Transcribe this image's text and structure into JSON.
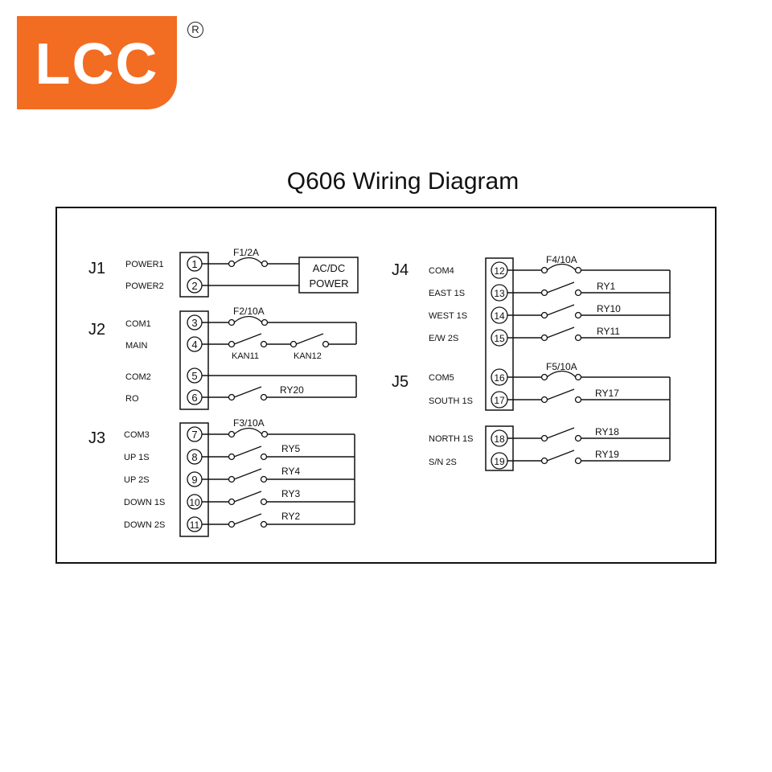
{
  "logo": {
    "text": "LCC",
    "reg_mark": "R",
    "color": "#f26c22"
  },
  "title": "Q606 Wiring Diagram",
  "j1": {
    "name": "J1",
    "terminals": [
      {
        "num": "1",
        "label": "POWER1"
      },
      {
        "num": "2",
        "label": "POWER2"
      }
    ],
    "fuse": "F1/2A",
    "power_box": [
      "AC/DC",
      "POWER"
    ]
  },
  "j2": {
    "name": "J2",
    "terminals": [
      {
        "num": "3",
        "label": "COM1"
      },
      {
        "num": "4",
        "label": "MAIN"
      },
      {
        "num": "5",
        "label": "COM2"
      },
      {
        "num": "6",
        "label": "RO"
      }
    ],
    "fuse": "F2/10A",
    "contacts": [
      "KAN11",
      "KAN12"
    ],
    "relay": "RY20"
  },
  "j3": {
    "name": "J3",
    "terminals": [
      {
        "num": "7",
        "label": "COM3"
      },
      {
        "num": "8",
        "label": "UP 1S"
      },
      {
        "num": "9",
        "label": "UP 2S"
      },
      {
        "num": "10",
        "label": "DOWN 1S"
      },
      {
        "num": "11",
        "label": "DOWN 2S"
      }
    ],
    "fuse": "F3/10A",
    "relays": [
      "RY5",
      "RY4",
      "RY3",
      "RY2"
    ]
  },
  "j4": {
    "name": "J4",
    "terminals": [
      {
        "num": "12",
        "label": "COM4"
      },
      {
        "num": "13",
        "label": "EAST 1S"
      },
      {
        "num": "14",
        "label": "WEST 1S"
      },
      {
        "num": "15",
        "label": "E/W 2S"
      }
    ],
    "fuse": "F4/10A",
    "relays": [
      "RY1",
      "RY10",
      "RY11"
    ]
  },
  "j5": {
    "name": "J5",
    "terminals": [
      {
        "num": "16",
        "label": "COM5"
      },
      {
        "num": "17",
        "label": "SOUTH 1S"
      },
      {
        "num": "18",
        "label": "NORTH 1S"
      },
      {
        "num": "19",
        "label": "S/N 2S"
      }
    ],
    "fuse": "F5/10A",
    "relays": [
      "RY17",
      "RY18",
      "RY19"
    ]
  }
}
